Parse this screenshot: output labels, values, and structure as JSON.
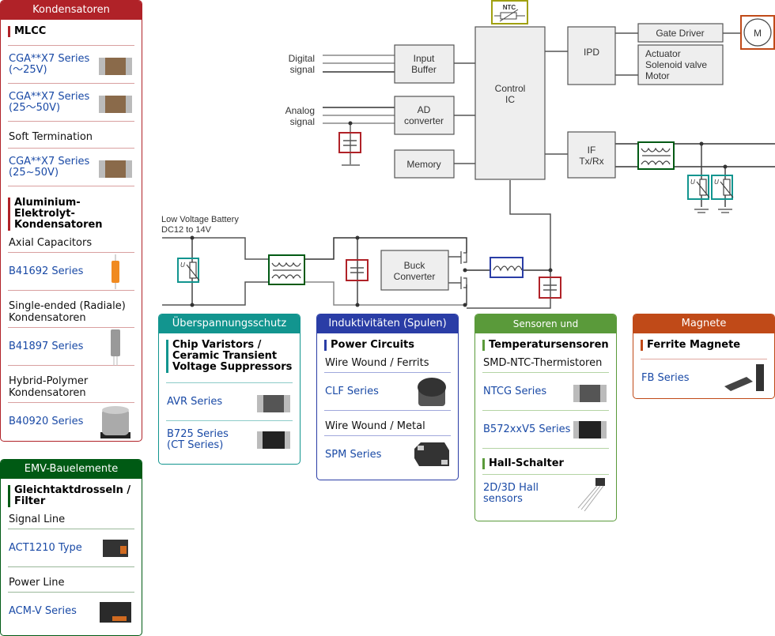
{
  "colors": {
    "kondensatoren": "#b02228",
    "emv": "#005a14",
    "schutz": "#12958f",
    "induktiv": "#2a3da6",
    "sensoren": "#5a9a3a",
    "magnete": "#c04a18",
    "link": "#1a4aa6"
  },
  "kondensatoren": {
    "title": "Kondensatoren",
    "mlcc_title": "MLCC",
    "items": [
      {
        "label": "CGA**X7 Series\n(～25V)",
        "l1": "CGA**X7 Series",
        "l2": "(～25V)",
        "icon": "mlcc-chip-icon"
      },
      {
        "label": "CGA**X7 Series (25～50V)",
        "l1": "CGA**X7 Series",
        "l2": "(25～50V)",
        "icon": "mlcc-chip-icon"
      }
    ],
    "soft_termination": "Soft Termination",
    "soft_item": {
      "l1": "CGA**X7 Series",
      "l2": "(25~50V)"
    },
    "alu_title": "Aluminium-Elektrolyt-Kondensatoren",
    "axial": "Axial Capacitors",
    "axial_item": "B41692 Series",
    "radial": "Single-ended (Radiale) Kondensatoren",
    "radial_item": "B41897 Series",
    "hybrid": "Hybrid-Polymer Kondensatoren",
    "hybrid_item": "B40920 Series"
  },
  "emv": {
    "title": "EMV-Bauelemente",
    "sec_title": "Gleichtaktdrosseln / Filter",
    "signal_line": "Signal Line",
    "signal_item": "ACT1210 Type",
    "power_line": "Power Line",
    "power_item": "ACM-V Series"
  },
  "schutz": {
    "title": "Überspannungsschutz",
    "sec_title": "Chip Varistors / Ceramic Transient Voltage Suppressors",
    "item1": "AVR Series",
    "item2_l1": "B725 Series",
    "item2_l2": "(CT Series)"
  },
  "induktiv": {
    "title": "Induktivitäten (Spulen)",
    "sec_title": "Power Circuits",
    "sub1": "Wire Wound / Ferrits",
    "item1": "CLF Series",
    "sub2": "Wire Wound / Metal",
    "item2": "SPM Series"
  },
  "sensoren": {
    "title": "Sensoren und Sensorsysteme",
    "sec_title": "Temperatursensoren",
    "sub1": "SMD-NTC-Thermistoren",
    "item1": "NTCG Series",
    "item2": "B572xxV5 Series",
    "sec2_title": "Hall-Schalter",
    "item3_l1": "2D/3D Hall",
    "item3_l2": "sensors"
  },
  "magnete": {
    "title": "Magnete",
    "sec_title": "Ferrite Magnete",
    "item1": "FB Series"
  },
  "diagram": {
    "ntc": "NTC",
    "digital_l1": "Digital",
    "digital_l2": "signal",
    "analog_l1": "Analog",
    "analog_l2": "signal",
    "input_buffer_l1": "Input",
    "input_buffer_l2": "Buffer",
    "ad_l1": "AD",
    "ad_l2": "converter",
    "memory": "Memory",
    "control_l1": "Control",
    "control_l2": "IC",
    "ipd": "IPD",
    "gate_driver": "Gate Driver",
    "motor_symbol": "M",
    "actuator_l1": "Actuator",
    "actuator_l2": "Solenoid valve",
    "actuator_l3": "Motor",
    "if_l1": "IF",
    "if_l2": "Tx/Rx",
    "battery_l1": "Low Voltage Battery",
    "battery_l2": "DC12 to 14V",
    "buck_l1": "Buck",
    "buck_l2": "Converter",
    "varistor_u": "U"
  }
}
